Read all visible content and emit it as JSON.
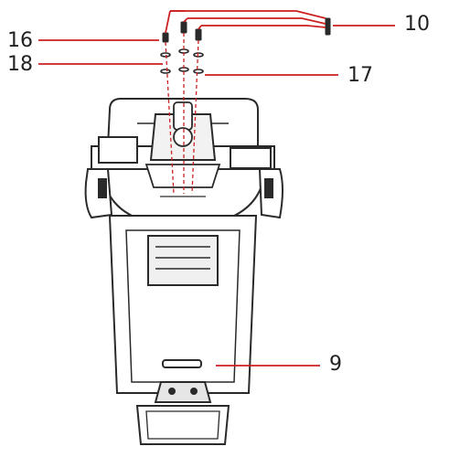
{
  "diagram": {
    "callouts": {
      "c10": "10",
      "c16": "16",
      "c17": "17",
      "c18": "18",
      "c9": "9"
    },
    "colors": {
      "leader": "#cc1f1f",
      "outline": "#2a2a2a",
      "fill": "#ffffff",
      "shade": "#d9d9d9"
    }
  }
}
